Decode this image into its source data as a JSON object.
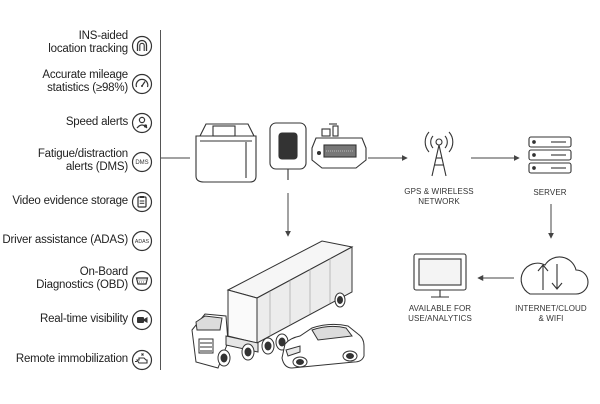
{
  "features": [
    {
      "line1": "INS-aided",
      "line2": "location tracking",
      "icon": "location-arch-icon"
    },
    {
      "line1": "Accurate mileage",
      "line2": "statistics (≥98%)",
      "icon": "speedometer-icon"
    },
    {
      "line1": "Speed alerts",
      "line2": "",
      "icon": "driver-speed-icon"
    },
    {
      "line1": "Fatigue/distraction",
      "line2": "alerts (DMS)",
      "icon": "dms-icon",
      "icon_text": "DMS"
    },
    {
      "line1": "Video evidence storage",
      "line2": "",
      "icon": "clipboard-icon"
    },
    {
      "line1": "Driver assistance (ADAS)",
      "line2": "",
      "icon": "adas-icon",
      "icon_text": "ADAS"
    },
    {
      "line1": "On-Board",
      "line2": "Diagnostics (OBD)",
      "icon": "obd-connector-icon"
    },
    {
      "line1": "Real-time visibility",
      "line2": "",
      "icon": "video-camera-icon"
    },
    {
      "line1": "Remote immobilization",
      "line2": "",
      "icon": "engine-block-icon"
    }
  ],
  "flow": {
    "network_label_1": "GPS & WIRELESS",
    "network_label_2": "NETWORK",
    "server_label": "SERVER",
    "cloud_label_1": "INTERNET/CLOUD",
    "cloud_label_2": "& WIFI",
    "analytics_label_1": "AVAILABLE FOR",
    "analytics_label_2": "USE/ANALYTICS"
  },
  "colors": {
    "line": "#4a4a4a",
    "accent": "#444444"
  }
}
